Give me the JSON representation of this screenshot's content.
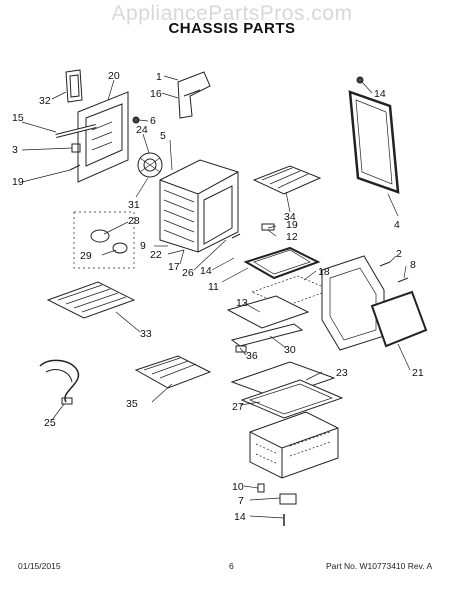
{
  "watermark": "AppliancePartsPros.com",
  "title": "CHASSIS PARTS",
  "footer": {
    "date": "01/15/2015",
    "page": "6",
    "part_no": "Part No.  W10773410  Rev. A"
  },
  "callouts": [
    "32",
    "20",
    "15",
    "3",
    "19",
    "6",
    "24",
    "5",
    "31",
    "1",
    "16",
    "14",
    "4",
    "34",
    "28",
    "29",
    "9",
    "22",
    "17",
    "26",
    "14",
    "11",
    "12",
    "19",
    "2",
    "8",
    "18",
    "13",
    "33",
    "30",
    "36",
    "21",
    "23",
    "25",
    "35",
    "27",
    "10",
    "7",
    "14"
  ]
}
